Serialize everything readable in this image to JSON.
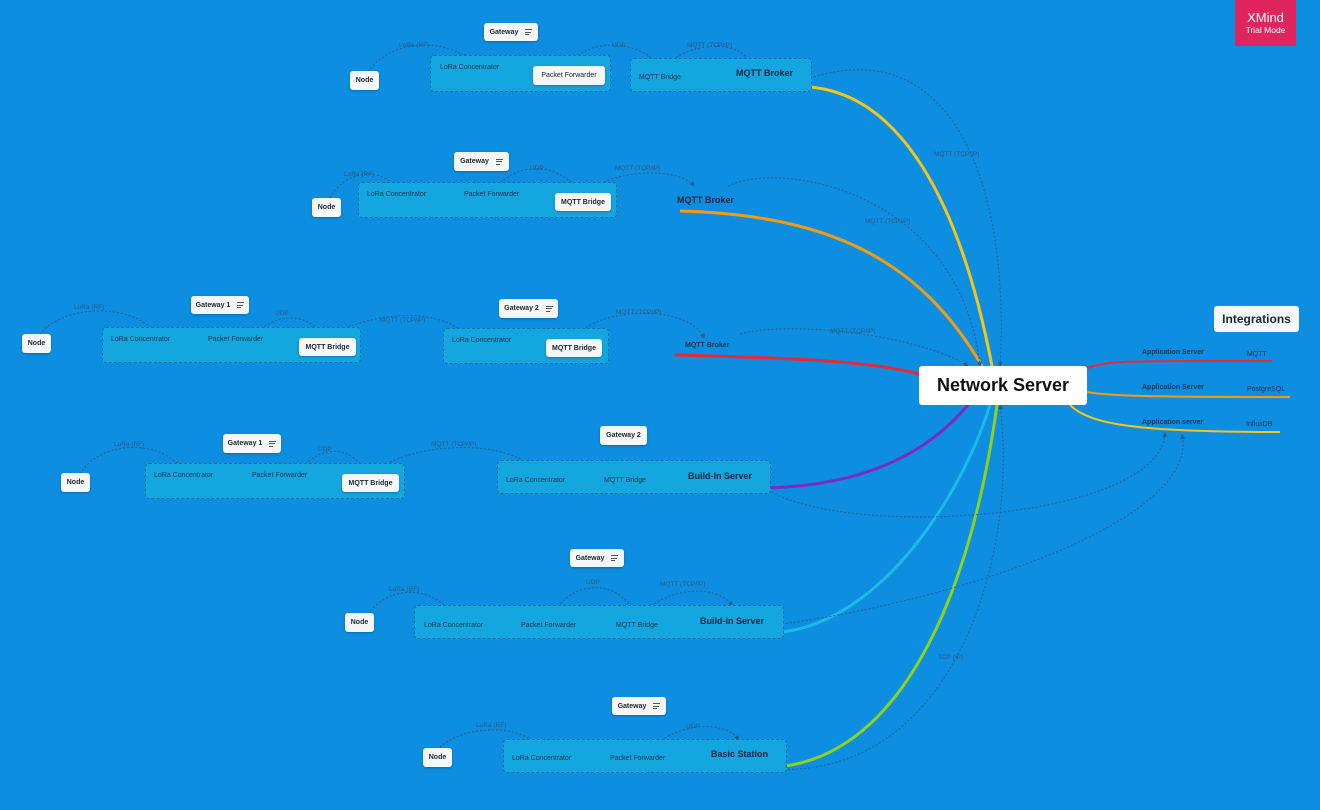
{
  "watermark": {
    "brand": "XMind",
    "mode": "Trial Mode"
  },
  "central": {
    "label": "Network Server"
  },
  "integrations": {
    "title": "Integrations",
    "items": [
      {
        "server": "Application Server",
        "tech": "MQTT",
        "color": "#e8273a"
      },
      {
        "server": "Application Server",
        "tech": "PostgreSQL",
        "color": "#f39c12"
      },
      {
        "server": "Application server",
        "tech": "InfluxDB",
        "color": "#f5c518"
      }
    ]
  },
  "labels": {
    "gateway": "Gateway",
    "gateway1": "Gateway 1",
    "gateway2": "Gateway 2",
    "node": "Node",
    "lora_concentrator": "LoRa Concentrator",
    "packet_forwarder": "Packet Forwarder",
    "mqtt_bridge": "MQTT Bridge",
    "mqtt_broker": "MQTT Broker",
    "build_in_server_1": "Build-In Server",
    "build_in_server_2": "Build-in Server",
    "basic_station": "Basic Station"
  },
  "edges": {
    "lora_rf": "LoRa (RF)",
    "udp": "UDP",
    "mqtt_tcpip": "MQTT (TCP/IP)",
    "tcp_ip": "TCP (IP)"
  },
  "branch_colors": {
    "mqtt_broker_top": "#f5c518",
    "mqtt_broker_2": "#f39c12",
    "mqtt_broker_3": "#e8273a",
    "build_in_server_1": "#7b2cbf",
    "build_in_server_2": "#1fb9e8",
    "basic_station": "#8cd21e"
  }
}
